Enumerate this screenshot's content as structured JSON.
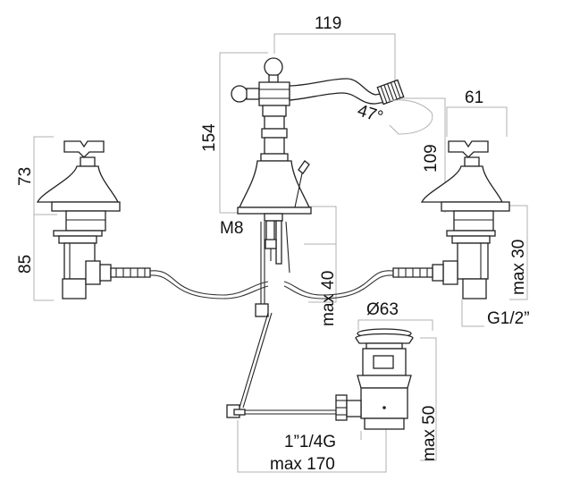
{
  "dimensions": {
    "spout_reach": "119",
    "mixer_height": "154",
    "spout_angle": "47°",
    "spout_height": "109",
    "handle_width": "61",
    "handle_height": "73",
    "valve_body_height": "85",
    "mount_thread": "M8",
    "max_deck_left": "max 40",
    "max_deck_right": "max 30",
    "valve_thread": "G1/2”",
    "waste_diameter": "Ø63",
    "waste_height": "max 50",
    "waste_thread": "1”1/4G",
    "rod_length": "max 170"
  }
}
